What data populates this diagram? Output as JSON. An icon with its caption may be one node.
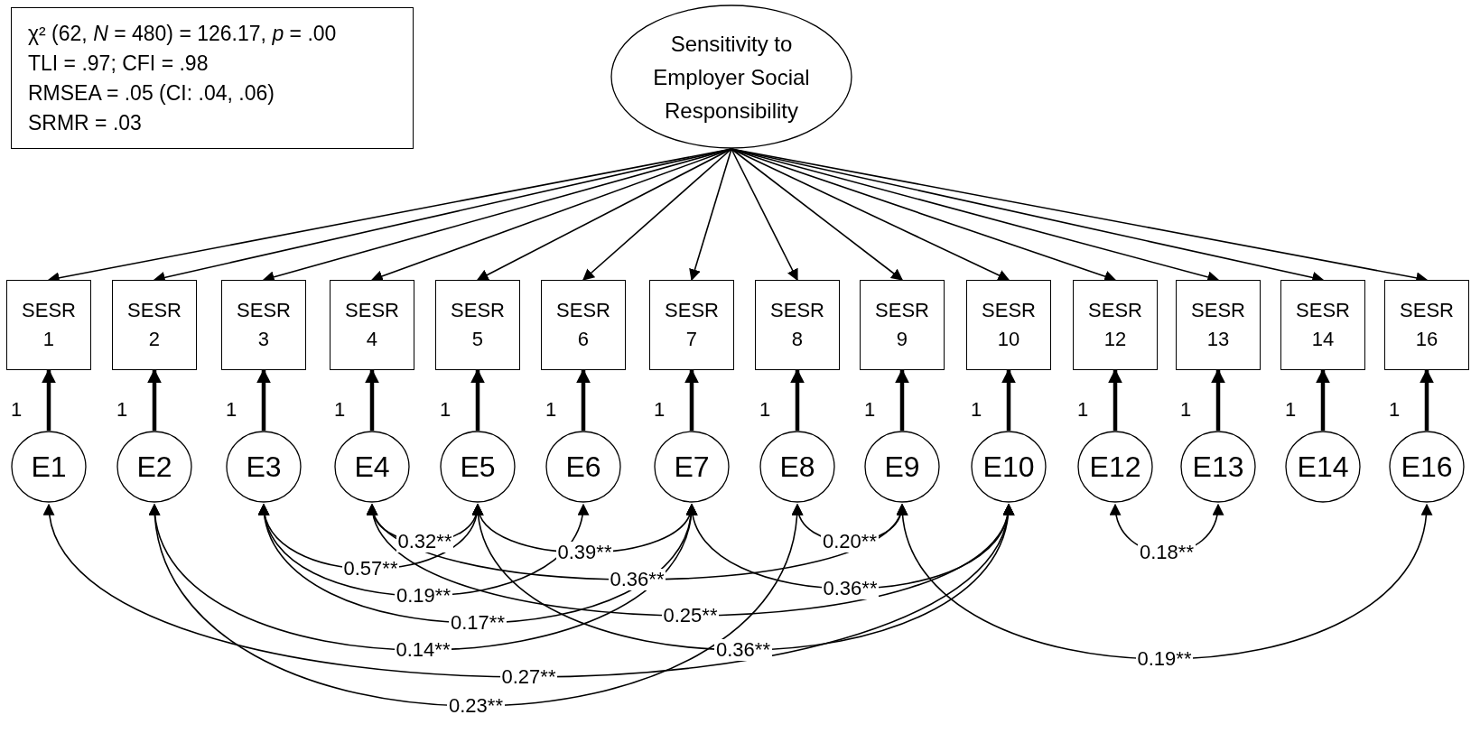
{
  "diagram": {
    "nodes": [
      {
        "text": [
          "χ² (62, *N* = 480) = 126.17, *p* = .00",
          "TLI = .97; CFI = .98",
          "RMSEA = .05 (CI: .04, .06)",
          "SRMR = .03"
        ]
      },
      {
        "text": [
          "Sensitivity to Employer Social Responsibility"
        ]
      },
      {
        "text": [
          "SESR 1"
        ]
      },
      {
        "text": [
          "SESR 2"
        ]
      },
      {
        "text": [
          "SESR 3"
        ]
      },
      {
        "text": [
          "SESR 4"
        ]
      },
      {
        "text": [
          "SESR 5"
        ]
      },
      {
        "text": [
          "SESR 6"
        ]
      },
      {
        "text": [
          "SESR 7"
        ]
      },
      {
        "text": [
          "SESR 8"
        ]
      },
      {
        "text": [
          "SESR 9"
        ]
      },
      {
        "text": [
          "SESR 10"
        ]
      },
      {
        "text": [
          "SESR 12"
        ]
      },
      {
        "text": [
          "SESR 13"
        ]
      },
      {
        "text": [
          "SESR 14"
        ]
      },
      {
        "text": [
          "SESR 16"
        ]
      },
      {
        "text": [
          "E1"
        ]
      },
      {
        "text": [
          "E2"
        ]
      },
      {
        "text": [
          "E3"
        ]
      },
      {
        "text": [
          "E4"
        ]
      },
      {
        "text": [
          "E5"
        ]
      },
      {
        "text": [
          "E6"
        ]
      },
      {
        "text": [
          "E7"
        ]
      },
      {
        "text": [
          "E8"
        ]
      },
      {
        "text": [
          "E9"
        ]
      },
      {
        "text": [
          "E10"
        ]
      },
      {
        "text": [
          "E12"
        ]
      },
      {
        "text": [
          "E13"
        ]
      },
      {
        "text": [
          "E14"
        ]
      },
      {
        "text": [
          "E16"
        ]
      }
    ],
    "edges": [
      {
        "from": 1,
        "to": 2,
        "arrow": "to"
      },
      {
        "from": 1,
        "to": 3,
        "arrow": "to"
      },
      {
        "from": 1,
        "to": 4,
        "arrow": "to"
      },
      {
        "from": 1,
        "to": 5,
        "arrow": "to"
      },
      {
        "from": 1,
        "to": 6,
        "arrow": "to"
      },
      {
        "from": 1,
        "to": 7,
        "arrow": "to"
      },
      {
        "from": 1,
        "to": 8,
        "arrow": "to"
      },
      {
        "from": 1,
        "to": 9,
        "arrow": "to"
      },
      {
        "from": 1,
        "to": 10,
        "arrow": "to"
      },
      {
        "from": 1,
        "to": 11,
        "arrow": "to"
      },
      {
        "from": 1,
        "to": 12,
        "arrow": "to"
      },
      {
        "from": 1,
        "to": 13,
        "arrow": "to"
      },
      {
        "from": 1,
        "to": 14,
        "arrow": "to"
      },
      {
        "from": 1,
        "to": 15,
        "arrow": "to"
      },
      {
        "from": 16,
        "to": 2,
        "arrow": "to",
        "label": "1",
        "style": "thick"
      },
      {
        "from": 17,
        "to": 3,
        "arrow": "to",
        "label": "1",
        "style": "thick"
      },
      {
        "from": 18,
        "to": 4,
        "arrow": "to",
        "label": "1",
        "style": "thick"
      },
      {
        "from": 19,
        "to": 5,
        "arrow": "to",
        "label": "1",
        "style": "thick"
      },
      {
        "from": 20,
        "to": 6,
        "arrow": "to",
        "label": "1",
        "style": "thick"
      },
      {
        "from": 21,
        "to": 7,
        "arrow": "to",
        "label": "1",
        "style": "thick"
      },
      {
        "from": 22,
        "to": 8,
        "arrow": "to",
        "label": "1",
        "style": "thick"
      },
      {
        "from": 23,
        "to": 9,
        "arrow": "to",
        "label": "1",
        "style": "thick"
      },
      {
        "from": 24,
        "to": 10,
        "arrow": "to",
        "label": "1",
        "style": "thick"
      },
      {
        "from": 25,
        "to": 11,
        "arrow": "to",
        "label": "1",
        "style": "thick"
      },
      {
        "from": 26,
        "to": 12,
        "arrow": "to",
        "label": "1",
        "style": "thick"
      },
      {
        "from": 27,
        "to": 13,
        "arrow": "to",
        "label": "1",
        "style": "thick"
      },
      {
        "from": 28,
        "to": 14,
        "arrow": "to",
        "label": "1",
        "style": "thick"
      },
      {
        "from": 29,
        "to": 15,
        "arrow": "to",
        "label": "1",
        "style": "thick"
      },
      {
        "from": 18,
        "to": 22,
        "arrow": "both",
        "label": "0.17**"
      },
      {
        "from": 19,
        "to": 20,
        "arrow": "both",
        "label": "0.32**"
      },
      {
        "from": 20,
        "to": 22,
        "arrow": "both",
        "label": "0.39**"
      },
      {
        "from": 18,
        "to": 20,
        "arrow": "both",
        "label": "0.57**"
      },
      {
        "from": 18,
        "to": 21,
        "arrow": "both",
        "label": "0.19**"
      },
      {
        "from": 23,
        "to": 24,
        "arrow": "both",
        "label": "0.20**"
      },
      {
        "from": 22,
        "to": 25,
        "arrow": "both",
        "label": "0.36**"
      },
      {
        "from": 26,
        "to": 27,
        "arrow": "both",
        "label": "0.18**"
      },
      {
        "from": 16,
        "to": 25,
        "arrow": "both",
        "label": "0.27**"
      },
      {
        "from": 17,
        "to": 22,
        "arrow": "both",
        "label": "0.14**"
      },
      {
        "from": 20,
        "to": 25,
        "arrow": "both",
        "label": "0.36**"
      },
      {
        "from": 19,
        "to": 25,
        "arrow": "both",
        "label": "0.25**"
      },
      {
        "from": 17,
        "to": 23,
        "arrow": "both",
        "label": "0.23**"
      },
      {
        "from": 19,
        "to": 24,
        "arrow": "both",
        "label": "0.36**"
      },
      {
        "from": 24,
        "to": 29,
        "arrow": "both",
        "label": "0.19**"
      }
    ]
  }
}
